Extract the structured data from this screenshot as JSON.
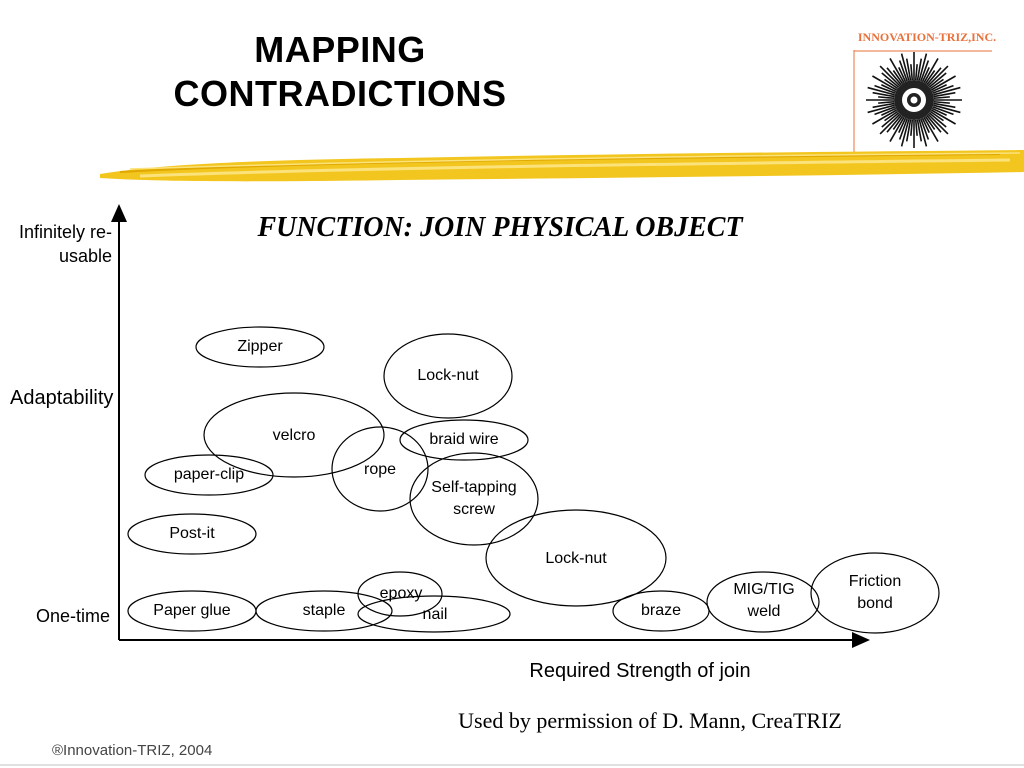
{
  "header": {
    "title": "MAPPING\nCONTRADICTIONS",
    "brand": "INNOVATION-TRIZ,INC."
  },
  "diagram": {
    "subtitle": "FUNCTION: JOIN PHYSICAL OBJECT",
    "y_label_top": "Infinitely re-usable",
    "y_label_mid": "Adaptability",
    "y_label_bottom": "One-time",
    "x_label": "Required Strength of join",
    "nodes": [
      {
        "id": "zipper",
        "label": "Zipper"
      },
      {
        "id": "lock-nut-top",
        "label": "Lock-nut"
      },
      {
        "id": "velcro",
        "label": "velcro"
      },
      {
        "id": "braid-wire",
        "label": "braid wire"
      },
      {
        "id": "rope",
        "label": "rope"
      },
      {
        "id": "paper-clip",
        "label": "paper-clip"
      },
      {
        "id": "self-tapping-screw",
        "label": "Self-tapping\nscrew"
      },
      {
        "id": "post-it",
        "label": "Post-it"
      },
      {
        "id": "lock-nut-mid",
        "label": "Lock-nut"
      },
      {
        "id": "friction-bond",
        "label": "Friction\nbond"
      },
      {
        "id": "mig-tig-weld",
        "label": "MIG/TIG\nweld"
      },
      {
        "id": "epoxy",
        "label": "epoxy"
      },
      {
        "id": "paper-glue",
        "label": "Paper glue"
      },
      {
        "id": "staple",
        "label": "staple"
      },
      {
        "id": "nail",
        "label": "nail"
      },
      {
        "id": "braze",
        "label": "braze"
      }
    ]
  },
  "footer": {
    "credit": "Used by permission of  D. Mann, CreaTRIZ",
    "copyright": "®Innovation-TRIZ, 2004"
  },
  "colors": {
    "brand": "#e8703a",
    "highlight": "#f2c61f",
    "ink": "#000000"
  }
}
